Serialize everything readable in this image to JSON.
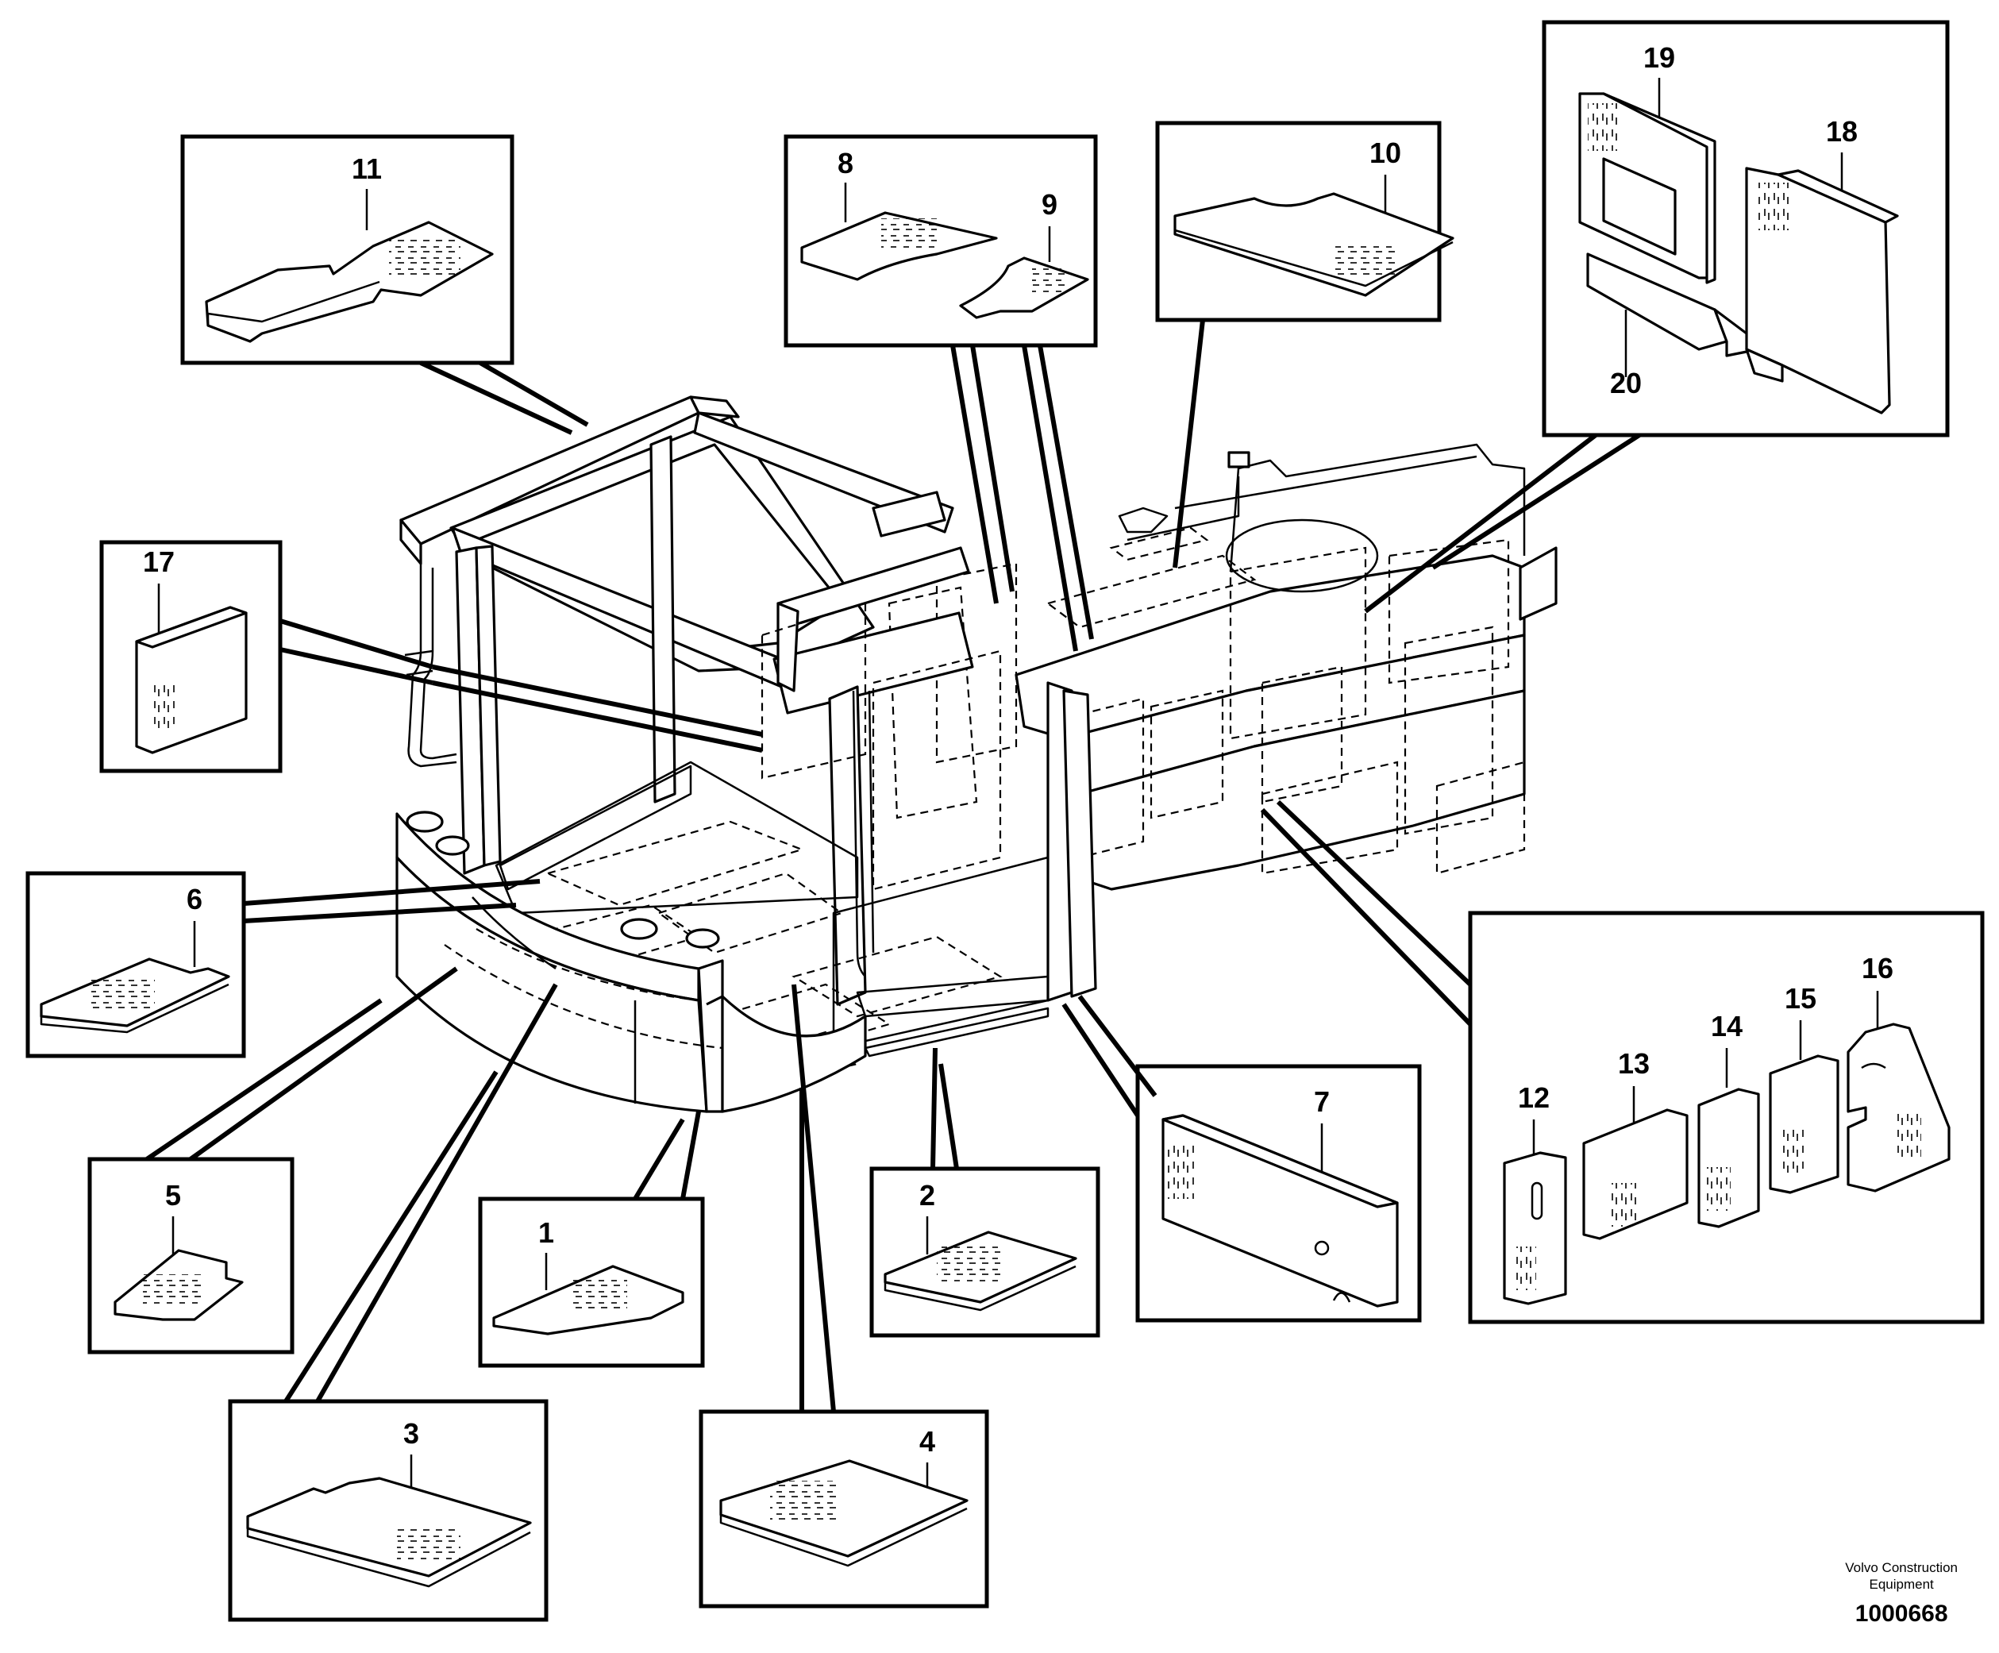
{
  "diagram": {
    "part_numbers": [
      "1",
      "2",
      "3",
      "4",
      "5",
      "6",
      "7",
      "8",
      "9",
      "10",
      "11",
      "12",
      "13",
      "14",
      "15",
      "16",
      "17",
      "18",
      "19",
      "20"
    ]
  },
  "caption": {
    "company_line1": "Volvo Construction",
    "company_line2": "Equipment",
    "drawing_number": "1000668"
  }
}
